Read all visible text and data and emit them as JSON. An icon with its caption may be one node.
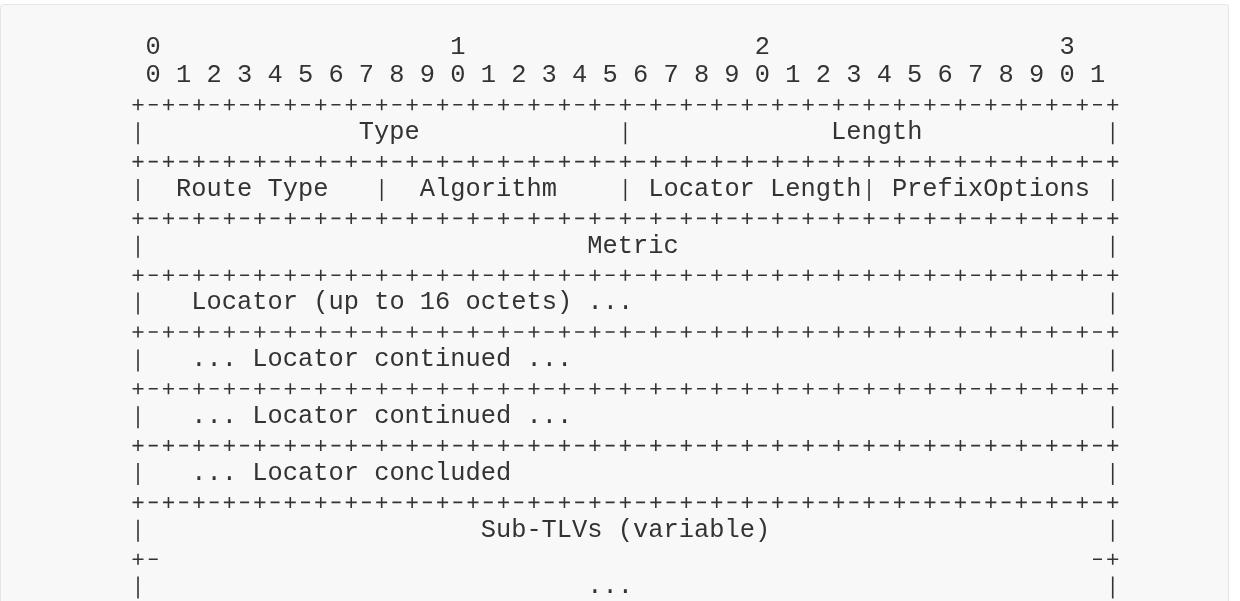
{
  "diagram": {
    "nodes": [
      {
        "text": [
          "Type"
        ]
      },
      {
        "text": [
          "Length"
        ]
      },
      {
        "text": [
          "Route Type"
        ]
      },
      {
        "text": [
          "Algorithm"
        ]
      },
      {
        "text": [
          "Locator Length"
        ]
      },
      {
        "text": [
          "PrefixOptions"
        ]
      },
      {
        "text": [
          "Metric"
        ]
      },
      {
        "text": [
          "Locator (up to 16 octets) ..."
        ]
      },
      {
        "text": [
          "... Locator continued ..."
        ]
      },
      {
        "text": [
          "... Locator continued ..."
        ]
      },
      {
        "text": [
          "... Locator concluded"
        ]
      },
      {
        "text": [
          "Sub-TLVs (variable)",
          "..."
        ]
      }
    ],
    "edges": [],
    "labels": [
      "0",
      "1",
      "2",
      "3",
      "0",
      "1",
      "2",
      "3",
      "4",
      "5",
      "6",
      "7",
      "8",
      "9",
      "0",
      "1",
      "2",
      "3",
      "4",
      "5",
      "6",
      "7",
      "8",
      "9",
      "0",
      "1",
      "2",
      "3",
      "4",
      "5",
      "6",
      "7",
      "8",
      "9",
      "0",
      "1"
    ]
  }
}
